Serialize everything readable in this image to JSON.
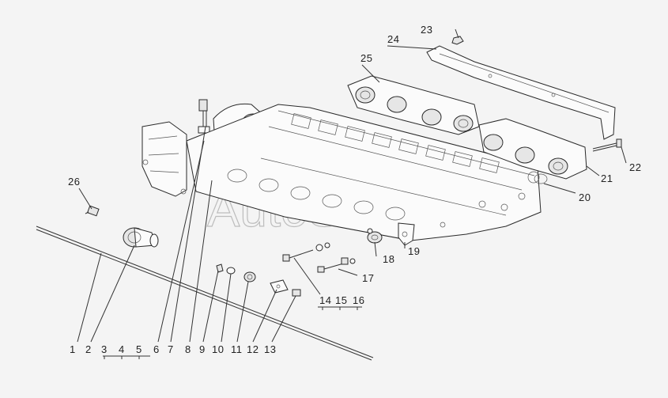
{
  "watermark": "AutoSoft",
  "callouts": {
    "c1": "1",
    "c2": "2",
    "c3": "3",
    "c4": "4",
    "c5": "5",
    "c6": "6",
    "c7": "7",
    "c8": "8",
    "c9": "9",
    "c10": "10",
    "c11": "11",
    "c12": "12",
    "c13": "13",
    "c14": "14",
    "c15": "15",
    "c16": "16",
    "c17": "17",
    "c18": "18",
    "c19": "19",
    "c20": "20",
    "c21": "21",
    "c22": "22",
    "c23": "23",
    "c24": "24",
    "c25": "25",
    "c26": "26"
  }
}
